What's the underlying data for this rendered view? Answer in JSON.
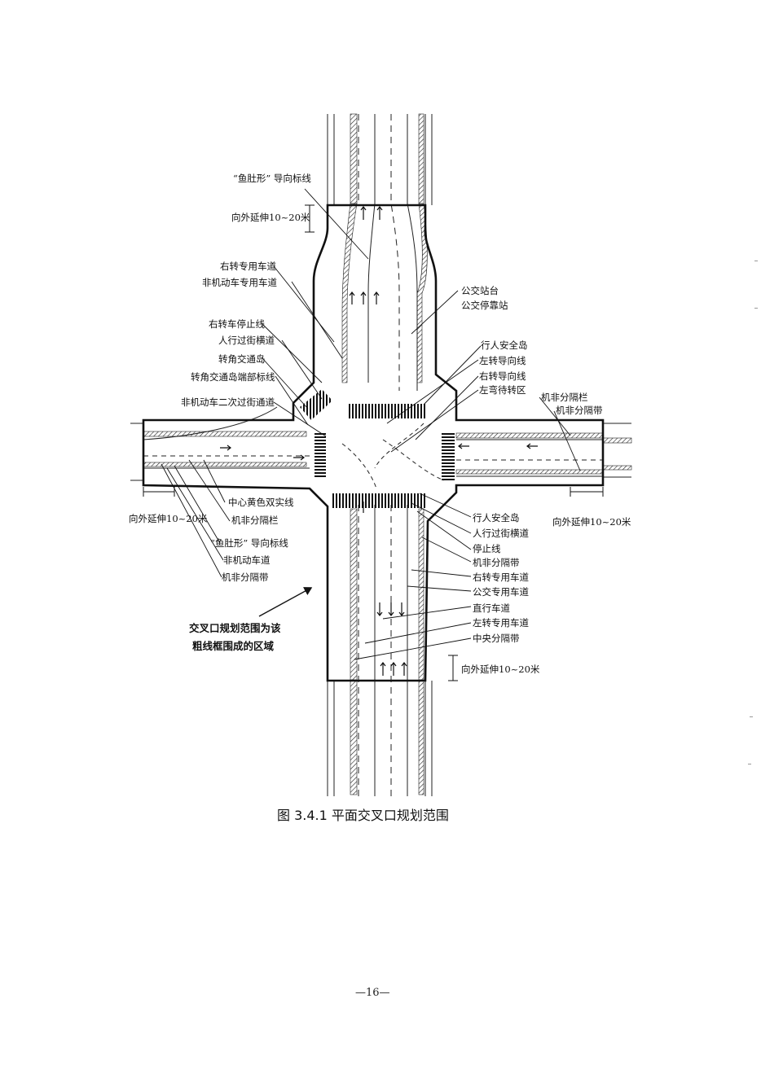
{
  "figure": {
    "caption": "图 3.4.1  平面交叉口规划范围",
    "page_number": "—16—",
    "labels": {
      "fish_belly_top": "“鱼肚形” 导向标线",
      "extend_top": "向外延伸10~20米",
      "right_turn_lane_left": "右转专用车道",
      "non_motor_lane_left": "非机动车专用车道",
      "right_stop_line": "右转车停止线",
      "crosswalk_left": "人行过街横道",
      "corner_island": "转角交通岛",
      "corner_island_end": "转角交通岛端部标线",
      "non_motor_secondary": "非机动车二次过街通道",
      "bus_platform": "公交站台",
      "bus_stop": "公交停靠站",
      "ped_island_right": "行人安全岛",
      "left_turn_guide": "左转导向线",
      "right_turn_guide": "右转导向线",
      "left_wait_zone": "左弯待转区",
      "mnm_barrier_right": "机非分隔栏",
      "mnm_belt_right": "机非分隔带",
      "center_yellow": "中心黄色双实线",
      "mnm_barrier_left": "机非分隔栏",
      "extend_left": "向外延伸10~20米",
      "fish_belly_left": "“鱼肚形” 导向标线",
      "non_motor_lane_bottom": "非机动车道",
      "mnm_belt_left": "机非分隔带",
      "extend_right": "向外延伸10~20米",
      "ped_island_br": "行人安全岛",
      "crosswalk_br": "人行过街横道",
      "stop_line_br": "停止线",
      "mnm_belt_br": "机非分隔带",
      "right_turn_lane_br": "右转专用车道",
      "bus_lane_br": "公交专用车道",
      "straight_lane_br": "直行车道",
      "left_turn_lane_br": "左转专用车道",
      "median_br": "中央分隔带",
      "extend_bottom": "向外延伸10~20米",
      "scope_note_1": "交叉口规划范围为该",
      "scope_note_2": "粗线框围成的区域"
    }
  }
}
